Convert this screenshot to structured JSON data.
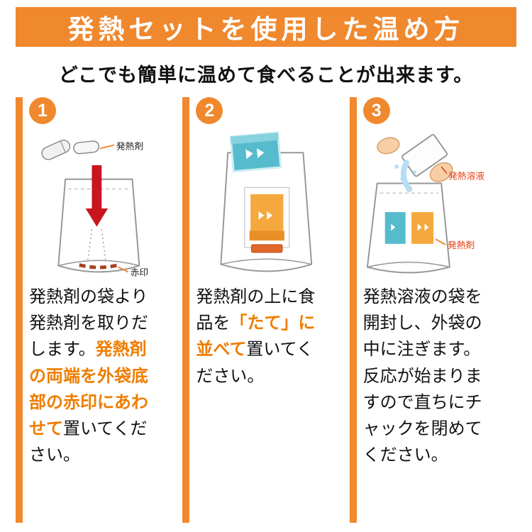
{
  "colors": {
    "accent_orange": "#f0882e",
    "highlight_text": "#ee7d00",
    "arrow_red": "#c9151e",
    "label_red": "#e8380c",
    "packet_blue": "#56bccd",
    "packet_orange": "#f5a83d"
  },
  "header": {
    "title": "発熱セットを使用した温め方",
    "subtitle": "どこでも簡単に温めて食べることが出来ます。"
  },
  "steps": [
    {
      "number": "1",
      "labels": {
        "agent": "発熱剤",
        "mark": "赤印"
      },
      "text": {
        "p1": "発熱剤の袋より発熱剤を取りだします。",
        "hl": "発熱剤の両端を外袋底部の赤印にあわせて",
        "p2": "置いてください。"
      }
    },
    {
      "number": "2",
      "text": {
        "p1": "発熱剤の上に食品を",
        "hl": "「たて」に並べて",
        "p2": "置いてください。"
      }
    },
    {
      "number": "3",
      "labels": {
        "solution": "発熱溶液",
        "agent": "発熱剤"
      },
      "text": {
        "p1": "発熱溶液の袋を開封し、外袋の中に注ぎます。\n反応が始まりますので直ちにチャックを閉めてください。"
      }
    }
  ]
}
